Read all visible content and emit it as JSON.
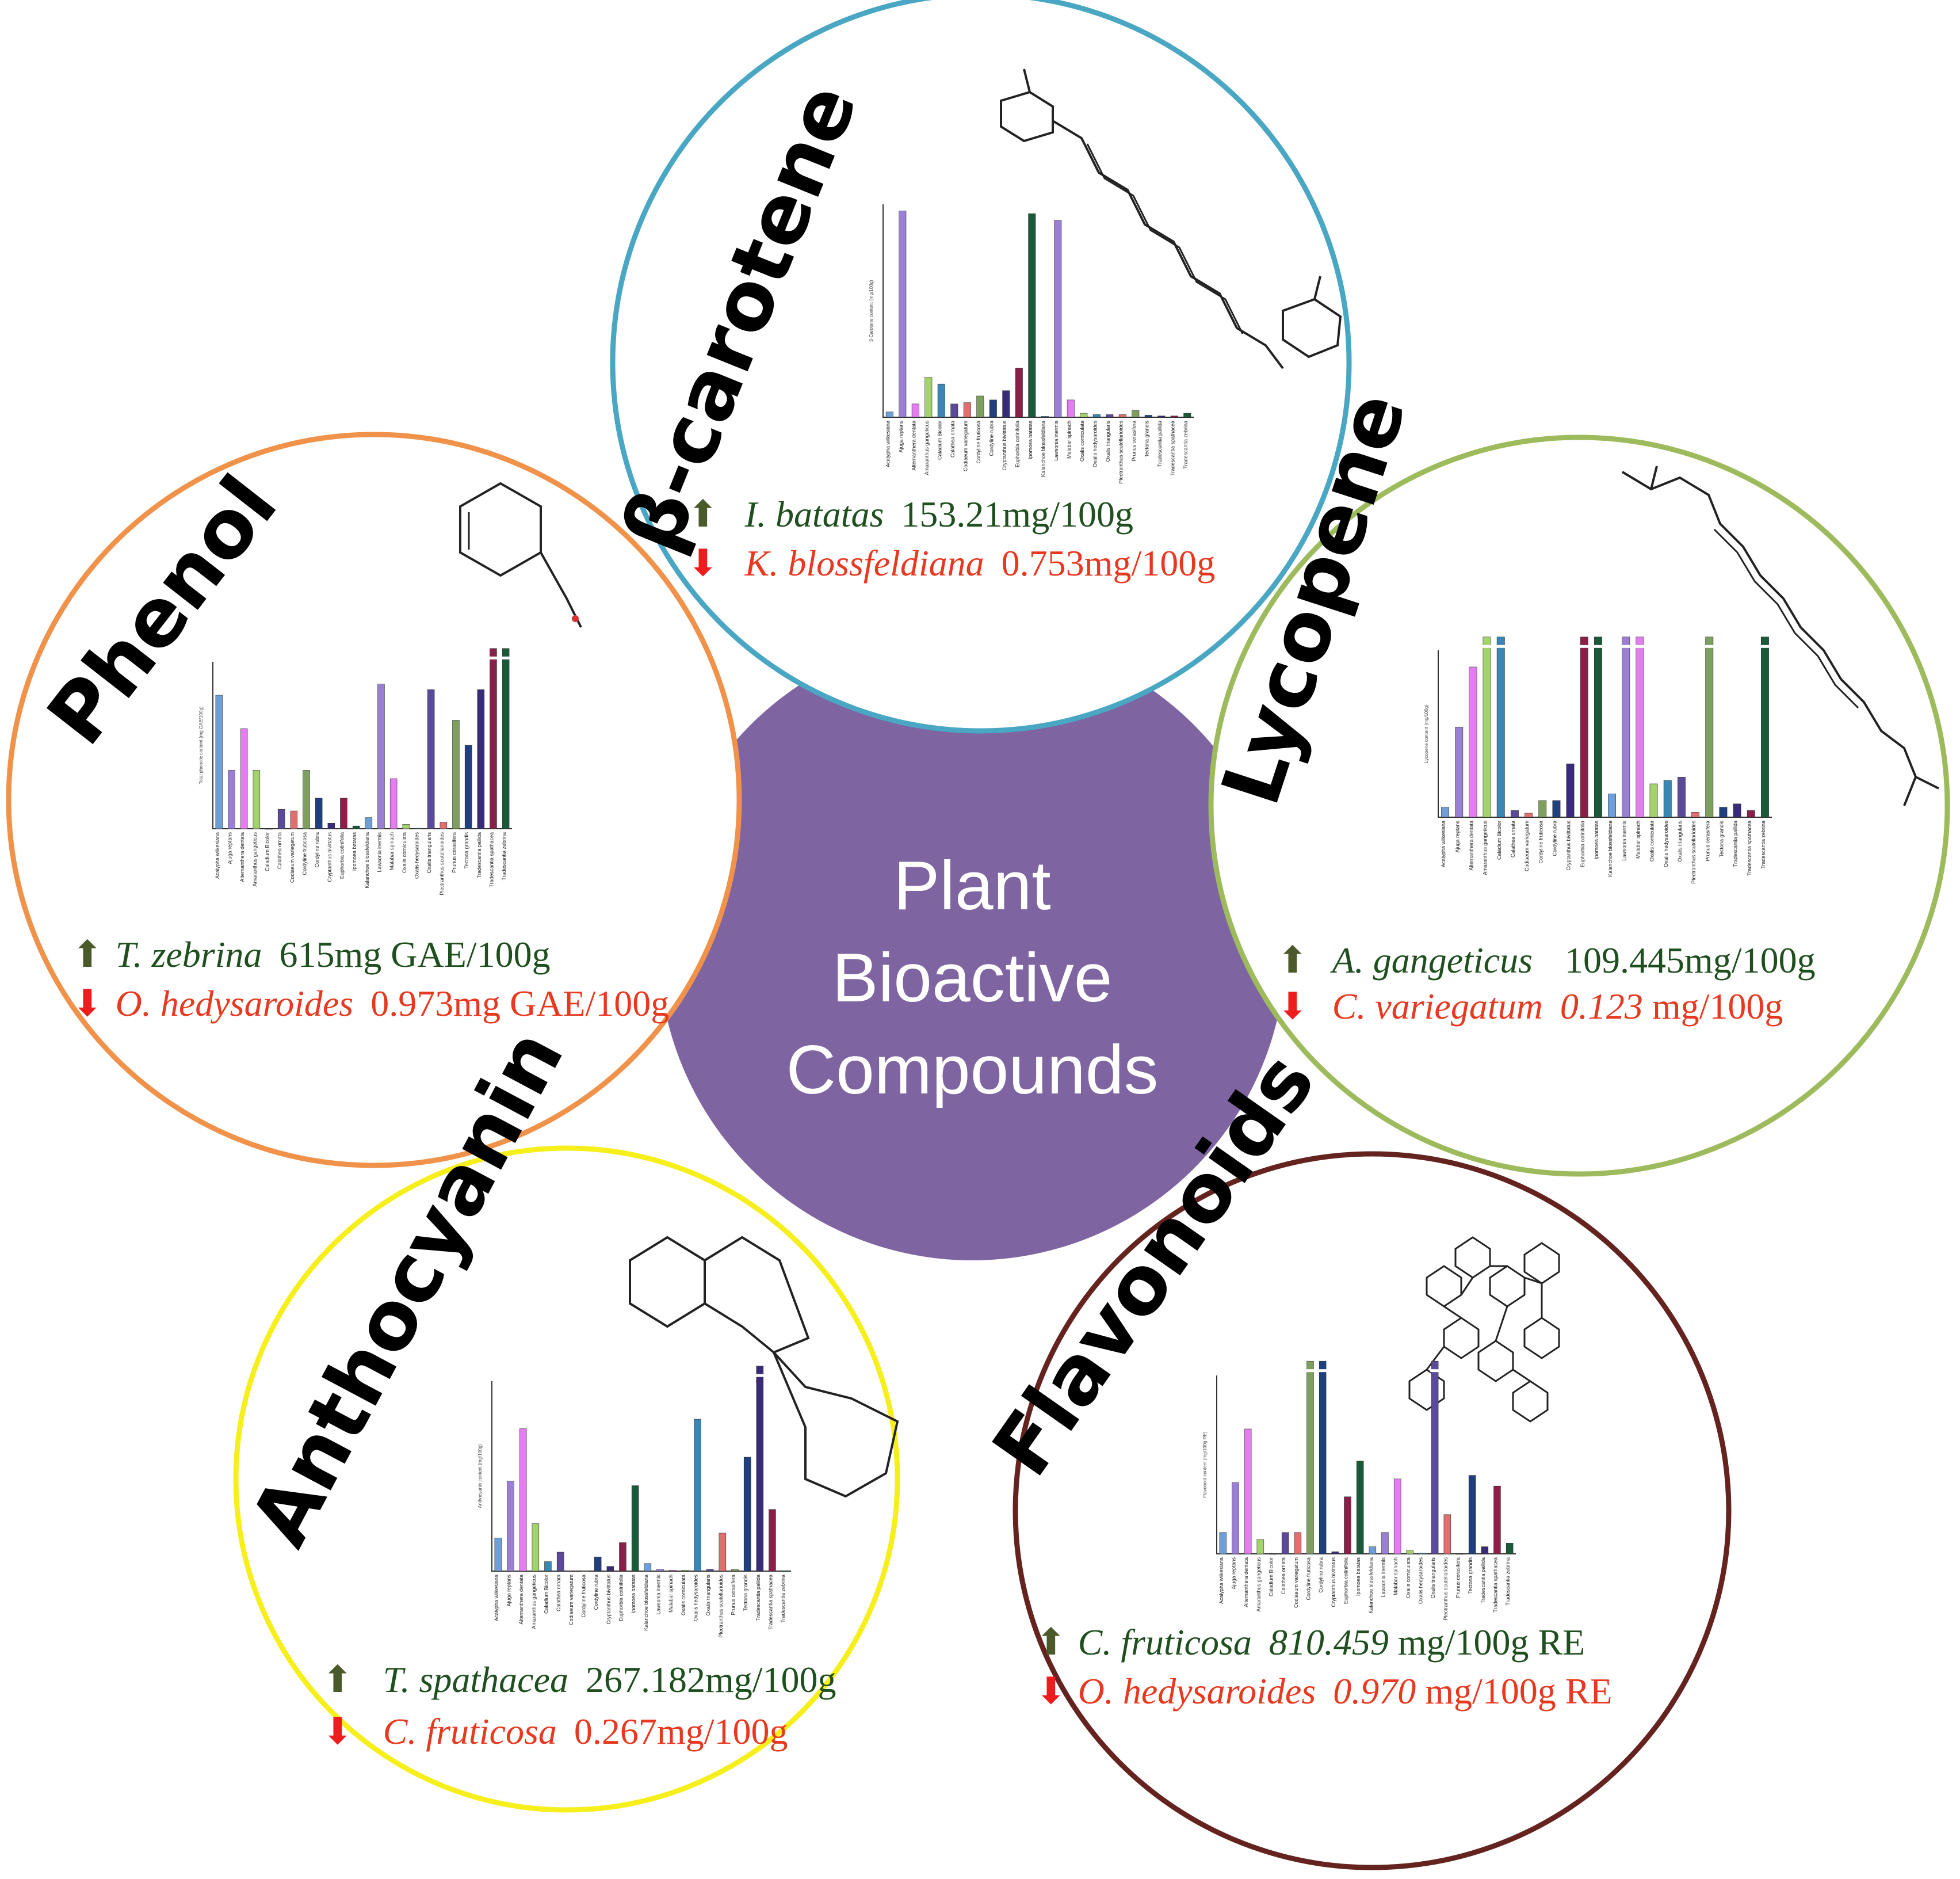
{
  "colors": {
    "center_fill": "#7f64a2",
    "up_text": "#1f4f1f",
    "down_text": "#e8381f",
    "up_arrow": "#4b5a2a",
    "down_arrow": "#ee1c1c"
  },
  "center": {
    "lines": [
      "Plant",
      "Bioactive",
      "Compounds"
    ]
  },
  "shared_categories": [
    "Acalypha wilkesiana",
    "Ajuga reptans",
    "Alternanthera dentata",
    "Amaranthus gangeticus",
    "Caladium Bicolor",
    "Calathea ornata",
    "Codiaeum variegatum",
    "Cordyline fruticosa",
    "Cordyline rubra",
    "Cryptanthus bivittatus",
    "Euphorbia cotinifolia",
    "Ipomoea batatas",
    "Kalanchoe blossfeldiana",
    "Lawsonia inermis",
    "Malabar spinach",
    "Oxalis corniculata",
    "Oxalis hedysaroides",
    "Oxalis triangularis",
    "Plectranthus scutellarioides",
    "Prunus cerasifera",
    "Tectona grandis",
    "Tradescantia pallida",
    "Tradescantia spathacea",
    "Tradescantia zebrina"
  ],
  "panels": [
    {
      "id": "beta-carotene",
      "title": "β-carotene",
      "ring_color": "#4aa7c4",
      "icon": "carotenoid-chain-structure-icon",
      "up": {
        "arrow": "⬆",
        "species": "I. batatas",
        "value": "153.21mg/100g"
      },
      "down": {
        "arrow": "⬇",
        "species": "K. blossfeldiana",
        "value": "0.753mg/100g"
      },
      "chart_data": {
        "type": "bar",
        "ylabel": "β-Carotene content (mg/100g)",
        "values": [
          4,
          155,
          10,
          30,
          25,
          10,
          11,
          16,
          13,
          20,
          37,
          153,
          0.753,
          148,
          13,
          3,
          2,
          2,
          2,
          5,
          1.5,
          1,
          1,
          3
        ],
        "colors": [
          "#6f9fd8",
          "#9a7fd4",
          "#e47ef0",
          "#a4d36e",
          "#3a86b5",
          "#5b4a9a",
          "#e07070",
          "#7f9f5f",
          "#1f3f7f",
          "#3a2a7a",
          "#8a1f4a",
          "#1a5a3a",
          "#6f9fd8",
          "#9a7fd4",
          "#e47ef0",
          "#a4d36e",
          "#3a86b5",
          "#5b4a9a",
          "#e07070",
          "#7f9f5f",
          "#1f3f7f",
          "#3a2a7a",
          "#8a1f4a",
          "#1a5a3a"
        ],
        "ylim": [
          0,
          160
        ]
      }
    },
    {
      "id": "phenol",
      "title": "Phenol",
      "ring_color": "#f0924a",
      "icon": "phenol-ring-structure-icon",
      "up": {
        "arrow": "⬆",
        "species": "T. zebrina",
        "value": "615mg GAE/100g"
      },
      "down": {
        "arrow": "⬇",
        "species": "O. hedysaroides",
        "value": "0.973mg GAE/100g"
      },
      "chart_data": {
        "type": "bar",
        "ylabel": "Total phenolic content (mg GAE/100g)",
        "values": [
          240,
          105,
          180,
          105,
          0,
          35,
          32,
          105,
          55,
          10,
          55,
          5,
          20,
          260,
          90,
          8,
          0.973,
          250,
          12,
          195,
          150,
          250,
          370,
          615
        ],
        "colors": [
          "#6f9fd8",
          "#9a7fd4",
          "#e47ef0",
          "#a4d36e",
          "#3a86b5",
          "#5b4a9a",
          "#e07070",
          "#7f9f5f",
          "#1f3f7f",
          "#3a2a7a",
          "#8a1f4a",
          "#1a5a3a",
          "#6f9fd8",
          "#9a7fd4",
          "#e47ef0",
          "#a4d36e",
          "#3a86b5",
          "#5b4a9a",
          "#e07070",
          "#7f9f5f",
          "#1f3f7f",
          "#3a2a7a",
          "#8a1f4a",
          "#1a5a3a"
        ],
        "ylim": [
          0,
          300
        ]
      }
    },
    {
      "id": "lycopene",
      "title": "Lycopene",
      "ring_color": "#9dbb5c",
      "icon": "lycopene-chain-structure-icon",
      "up": {
        "arrow": "⬆",
        "species": "A. gangeticus",
        "value": "109.445mg/100g"
      },
      "down": {
        "arrow": "⬇",
        "species": "C. variegatum",
        "value_num": "0.123",
        "value_unit": "mg/100g"
      },
      "chart_data": {
        "type": "bar",
        "ylabel": "Lycopene content (mg/100g)",
        "values": [
          0.3,
          2.7,
          4.5,
          109.445,
          6,
          0.2,
          0.123,
          0.5,
          0.5,
          1.6,
          30,
          40,
          0.7,
          25,
          20,
          1,
          1.1,
          1.2,
          0.15,
          20,
          0.3,
          0.4,
          0.2,
          45
        ],
        "colors": [
          "#6f9fd8",
          "#9a7fd4",
          "#e47ef0",
          "#a4d36e",
          "#3a86b5",
          "#5b4a9a",
          "#e07070",
          "#7f9f5f",
          "#1f3f7f",
          "#3a2a7a",
          "#8a1f4a",
          "#1a5a3a",
          "#6f9fd8",
          "#9a7fd4",
          "#e47ef0",
          "#a4d36e",
          "#3a86b5",
          "#5b4a9a",
          "#e07070",
          "#7f9f5f",
          "#1f3f7f",
          "#3a2a7a",
          "#8a1f4a",
          "#1a5a3a"
        ],
        "ylim": [
          0,
          5
        ]
      }
    },
    {
      "id": "anthocyanin",
      "title": "Anthocyanin",
      "ring_color": "#f6ef1c",
      "icon": "flavylium-structure-icon",
      "up": {
        "arrow": "⬆",
        "species": "T. spathacea",
        "value": "267.182mg/100g"
      },
      "down": {
        "arrow": "⬇",
        "species": "C. fruticosa",
        "value": "0.267mg/100g"
      },
      "chart_data": {
        "type": "bar",
        "ylabel": "Anthocyanin content (mg/100g)",
        "values": [
          35,
          95,
          150,
          50,
          10,
          20,
          0.5,
          0.267,
          15,
          5,
          30,
          90,
          8,
          2,
          1,
          1,
          160,
          2,
          40,
          2,
          120,
          267.182,
          65,
          0
        ],
        "colors": [
          "#6f9fd8",
          "#9a7fd4",
          "#e47ef0",
          "#a4d36e",
          "#3a86b5",
          "#5b4a9a",
          "#e07070",
          "#7f9f5f",
          "#1f3f7f",
          "#3a2a7a",
          "#8a1f4a",
          "#1a5a3a",
          "#6f9fd8",
          "#9a7fd4",
          "#e47ef0",
          "#a4d36e",
          "#3a86b5",
          "#5b4a9a",
          "#e07070",
          "#7f9f5f",
          "#1f3f7f",
          "#3a2a7a",
          "#8a1f4a",
          "#1a5a3a"
        ],
        "ylim": [
          0,
          200
        ]
      }
    },
    {
      "id": "flavonoids",
      "title": "Flavonoids",
      "ring_color": "#65231f",
      "icon": "flavonoid-polymer-structure-icon",
      "up": {
        "arrow": "⬆",
        "species": "C. fruticosa",
        "value_num": "810.459",
        "value_unit": "mg/100g RE"
      },
      "down": {
        "arrow": "⬇",
        "species": "O. hedysaroides",
        "value_num": "0.970",
        "value_unit": "mg/100g RE"
      },
      "chart_data": {
        "type": "bar",
        "ylabel": "Flavonoid content (mg/100g RE)",
        "values": [
          30,
          100,
          175,
          20,
          0,
          30,
          30,
          810.459,
          600,
          3,
          80,
          130,
          10,
          30,
          105,
          5,
          0.97,
          400,
          55,
          0,
          110,
          10,
          95,
          15
        ],
        "colors": [
          "#6f9fd8",
          "#9a7fd4",
          "#e47ef0",
          "#a4d36e",
          "#3a86b5",
          "#5b4a9a",
          "#e07070",
          "#7f9f5f",
          "#1f3f7f",
          "#3a2a7a",
          "#8a1f4a",
          "#1a5a3a",
          "#6f9fd8",
          "#9a7fd4",
          "#e47ef0",
          "#a4d36e",
          "#3a86b5",
          "#5b4a9a",
          "#e07070",
          "#7f9f5f",
          "#1f3f7f",
          "#3a2a7a",
          "#8a1f4a",
          "#1a5a3a"
        ],
        "ylim": [
          0,
          250
        ]
      }
    }
  ]
}
